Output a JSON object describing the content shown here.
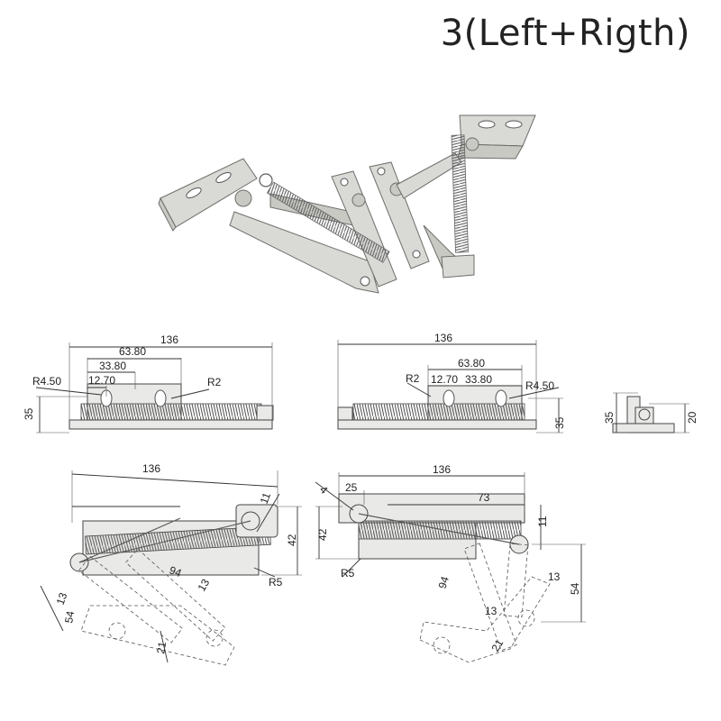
{
  "title": "3(Left+Rigth)",
  "dims": {
    "top_left": {
      "d136": "136",
      "d6380": "63.80",
      "d3380": "33.80",
      "d1270": "12.70",
      "r450": "R4.50",
      "r2": "R2",
      "d35": "35"
    },
    "top_right": {
      "d136": "136",
      "d6380": "63.80",
      "d1270": "12.70",
      "d3380": "33.80",
      "r2": "R2",
      "r450": "R4.50",
      "d35": "35"
    },
    "side": {
      "d35": "35",
      "d20": "20"
    },
    "bottom_left": {
      "d136": "136",
      "d11": "11",
      "d42": "42",
      "d94": "94",
      "d13a": "13",
      "d13b": "13",
      "d54": "54",
      "d21": "21",
      "r5": "R5"
    },
    "bottom_right": {
      "d136": "136",
      "d4": "4",
      "d25": "25",
      "d73": "73",
      "d42": "42",
      "d11": "11",
      "r5": "R5",
      "d94": "94",
      "d13a": "13",
      "d13b": "13",
      "d54": "54",
      "d21": "21"
    }
  }
}
